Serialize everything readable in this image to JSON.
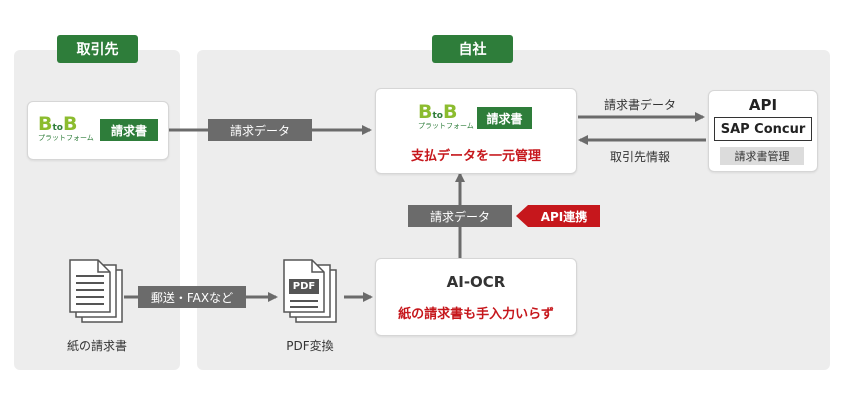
{
  "left_panel": {
    "title": "取引先"
  },
  "right_panel": {
    "title": "自社"
  },
  "btob_left": {
    "logo_b1": "B",
    "logo_to": "to",
    "logo_b2": "B",
    "logo_sub": "プラットフォーム",
    "badge": "請求書"
  },
  "btob_center": {
    "logo_b1": "B",
    "logo_to": "to",
    "logo_b2": "B",
    "logo_sub": "プラットフォーム",
    "badge": "請求書",
    "caption": "支払データを一元管理"
  },
  "api_box": {
    "title": "API",
    "product": "SAP Concur",
    "sub": "請求書管理"
  },
  "arrows": {
    "left_to_center": "請求データ",
    "center_to_api": "請求書データ",
    "api_to_center": "取引先情報",
    "ocr_to_center": "請求データ",
    "api_link": "API連携",
    "paper_to_pdf": "郵送・FAXなど"
  },
  "ocr": {
    "title": "AI-OCR",
    "caption": "紙の請求書も手入力いらず"
  },
  "paper": {
    "caption": "紙の請求書"
  },
  "pdf": {
    "icon_text": "PDF",
    "caption": "PDF変換"
  },
  "colors": {
    "green": "#2e7d3a",
    "red": "#c6171c",
    "gray": "#6b6b6b",
    "panel": "#ededed"
  }
}
